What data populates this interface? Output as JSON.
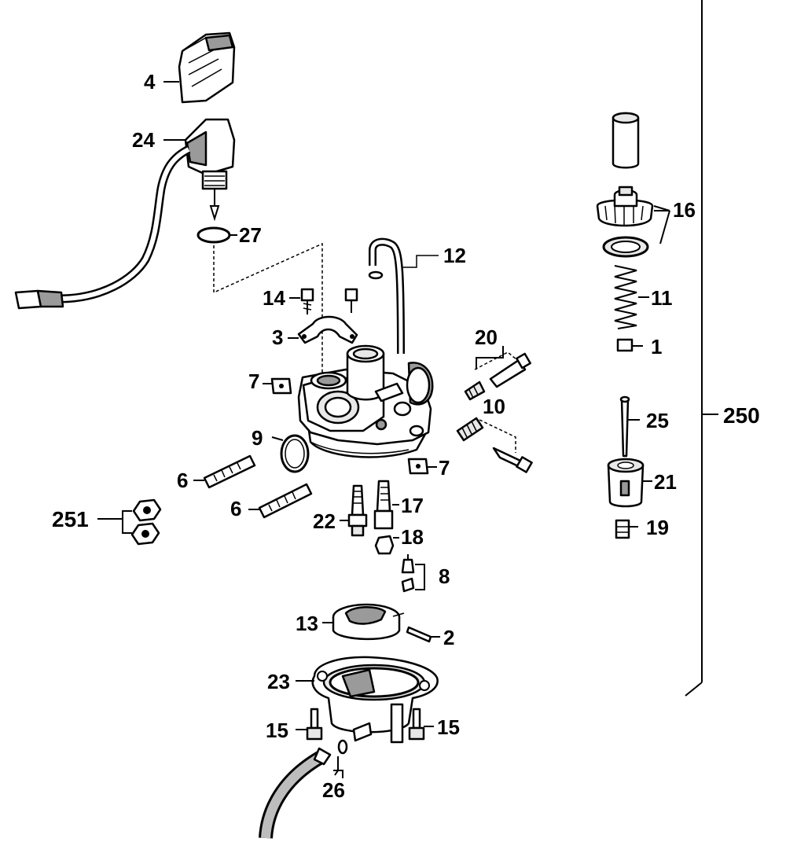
{
  "labels": {
    "p1": "1",
    "p2": "2",
    "p3": "3",
    "p4": "4",
    "p6a": "6",
    "p6b": "6",
    "p7a": "7",
    "p7b": "7",
    "p8": "8",
    "p9": "9",
    "p10": "10",
    "p11": "11",
    "p12": "12",
    "p13": "13",
    "p14": "14",
    "p15a": "15",
    "p15b": "15",
    "p16": "16",
    "p17": "17",
    "p18": "18",
    "p19": "19",
    "p20": "20",
    "p21": "21",
    "p22": "22",
    "p23": "23",
    "p24": "24",
    "p25": "25",
    "p26": "26",
    "p27": "27",
    "p250": "250",
    "p251": "251"
  }
}
